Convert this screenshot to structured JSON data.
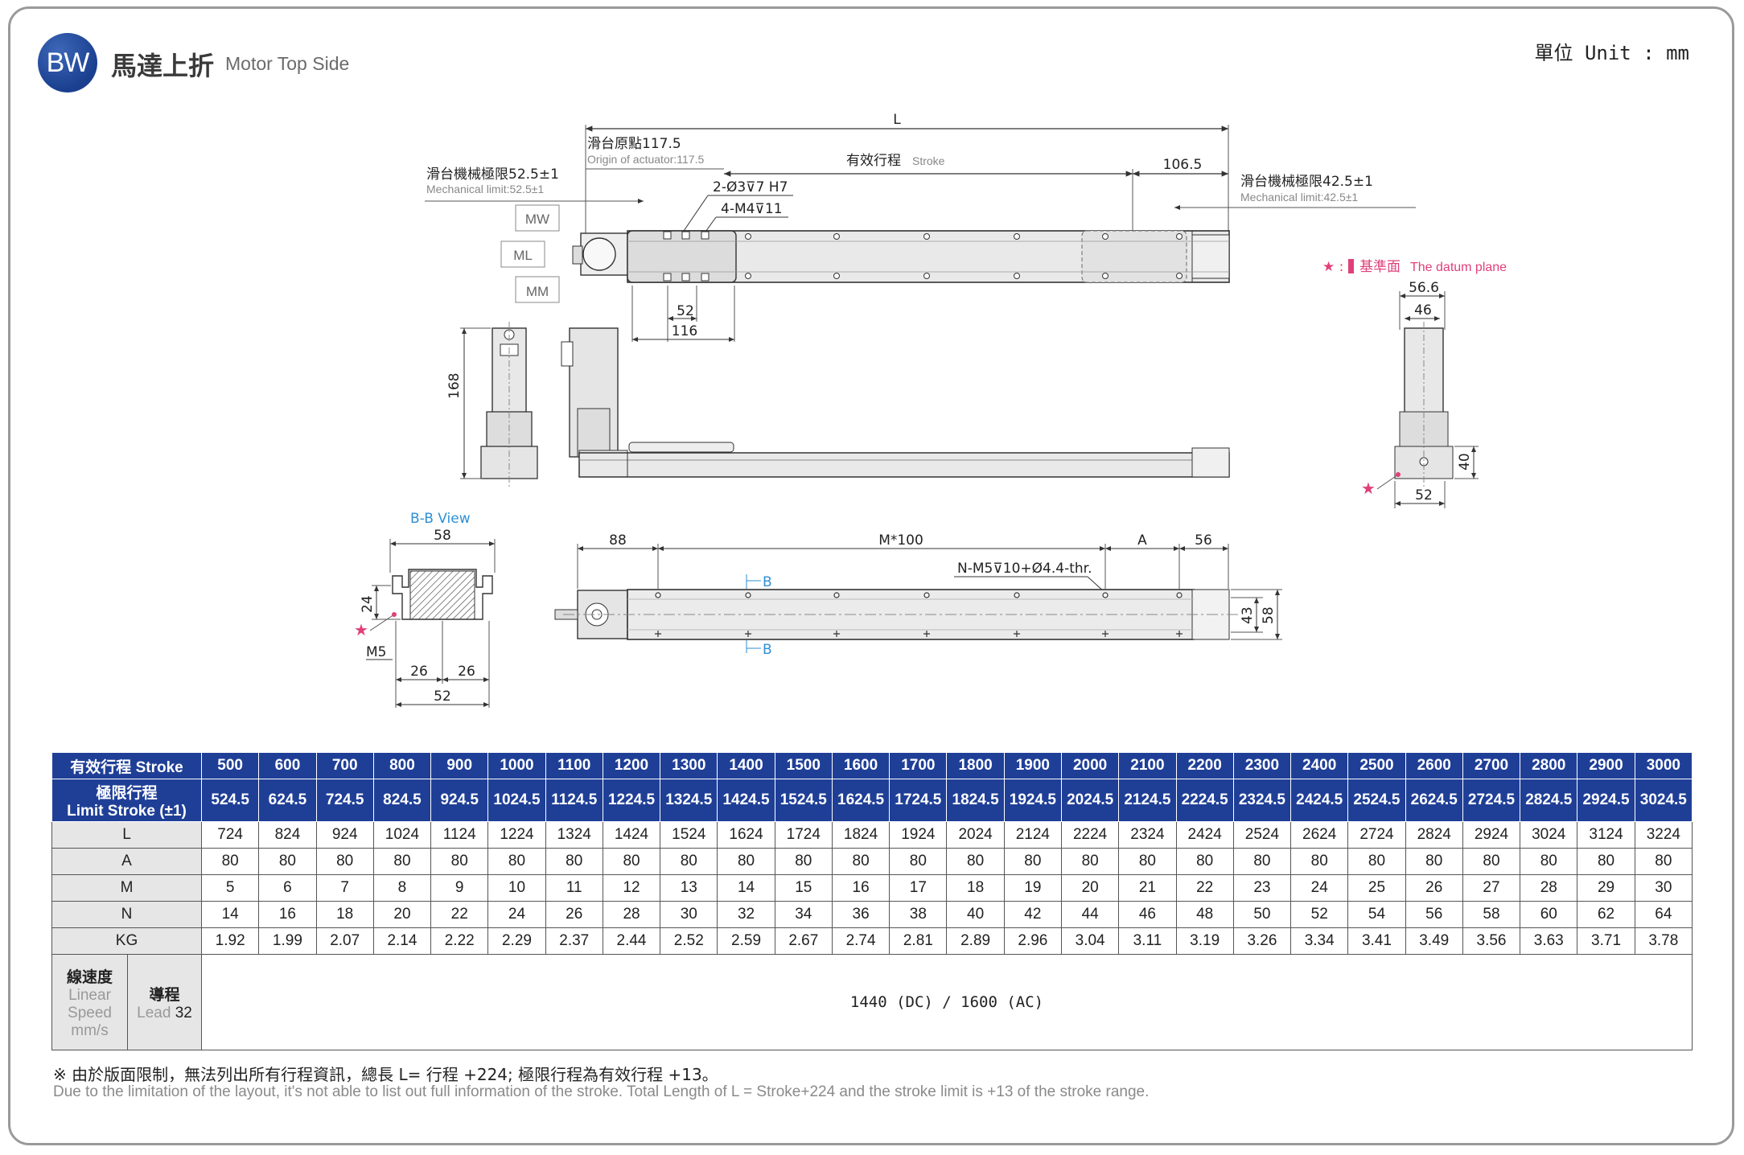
{
  "header": {
    "badge": "BW",
    "title_zh": "馬達上折",
    "title_en": "Motor Top Side",
    "unit": "單位 Unit : mm"
  },
  "drawing": {
    "dim_L": "L",
    "origin_zh": "滑台原點117.5",
    "origin_en": "Origin of actuator:117.5",
    "stroke_zh": "有效行程",
    "stroke_en": "Stroke",
    "mech_left_zh": "滑台機械極限52.5±1",
    "mech_left_en": "Mechanical limit:52.5±1",
    "mech_right_zh": "滑台機械極限42.5±1",
    "mech_right_en": "Mechanical limit:42.5±1",
    "dim_1065": "106.5",
    "hole1": "2-Ø3⊽7 H7",
    "hole2": "4-M4⊽11",
    "mw": "MW",
    "ml": "ML",
    "mm": "MM",
    "dim_52": "52",
    "dim_116": "116",
    "dim_168": "168",
    "datum_star": "★ :",
    "datum_zh": "基準面",
    "datum_en": "The datum plane",
    "dim_566": "56.6",
    "dim_46": "46",
    "dim_40": "40",
    "dim_52b": "52",
    "bb_view": "B-B View",
    "dim_58": "58",
    "dim_24": "24",
    "dim_m5": "M5",
    "dim_26a": "26",
    "dim_26b": "26",
    "dim_52c": "52",
    "dim_88": "88",
    "dim_m100": "M*100",
    "dim_a": "A",
    "dim_56": "56",
    "hole3": "N-M5⊽10+Ø4.4-thr.",
    "label_b1": "B",
    "label_b2": "B",
    "dim_43": "43",
    "dim_58b": "58"
  },
  "table": {
    "stroke_label": "有效行程 Stroke",
    "limit_label_zh": "極限行程",
    "limit_label_en": "Limit Stroke (±1)",
    "strokes": [
      "500",
      "600",
      "700",
      "800",
      "900",
      "1000",
      "1100",
      "1200",
      "1300",
      "1400",
      "1500",
      "1600",
      "1700",
      "1800",
      "1900",
      "2000",
      "2100",
      "2200",
      "2300",
      "2400",
      "2500",
      "2600",
      "2700",
      "2800",
      "2900",
      "3000"
    ],
    "limit": [
      "524.5",
      "624.5",
      "724.5",
      "824.5",
      "924.5",
      "1024.5",
      "1124.5",
      "1224.5",
      "1324.5",
      "1424.5",
      "1524.5",
      "1624.5",
      "1724.5",
      "1824.5",
      "1924.5",
      "2024.5",
      "2124.5",
      "2224.5",
      "2324.5",
      "2424.5",
      "2524.5",
      "2624.5",
      "2724.5",
      "2824.5",
      "2924.5",
      "3024.5"
    ],
    "rows": [
      {
        "label": "L",
        "values": [
          "724",
          "824",
          "924",
          "1024",
          "1124",
          "1224",
          "1324",
          "1424",
          "1524",
          "1624",
          "1724",
          "1824",
          "1924",
          "2024",
          "2124",
          "2224",
          "2324",
          "2424",
          "2524",
          "2624",
          "2724",
          "2824",
          "2924",
          "3024",
          "3124",
          "3224"
        ]
      },
      {
        "label": "A",
        "values": [
          "80",
          "80",
          "80",
          "80",
          "80",
          "80",
          "80",
          "80",
          "80",
          "80",
          "80",
          "80",
          "80",
          "80",
          "80",
          "80",
          "80",
          "80",
          "80",
          "80",
          "80",
          "80",
          "80",
          "80",
          "80",
          "80"
        ]
      },
      {
        "label": "M",
        "values": [
          "5",
          "6",
          "7",
          "8",
          "9",
          "10",
          "11",
          "12",
          "13",
          "14",
          "15",
          "16",
          "17",
          "18",
          "19",
          "20",
          "21",
          "22",
          "23",
          "24",
          "25",
          "26",
          "27",
          "28",
          "29",
          "30"
        ]
      },
      {
        "label": "N",
        "values": [
          "14",
          "16",
          "18",
          "20",
          "22",
          "24",
          "26",
          "28",
          "30",
          "32",
          "34",
          "36",
          "38",
          "40",
          "42",
          "44",
          "46",
          "48",
          "50",
          "52",
          "54",
          "56",
          "58",
          "60",
          "62",
          "64"
        ]
      },
      {
        "label": "KG",
        "values": [
          "1.92",
          "1.99",
          "2.07",
          "2.14",
          "2.22",
          "2.29",
          "2.37",
          "2.44",
          "2.52",
          "2.59",
          "2.67",
          "2.74",
          "2.81",
          "2.89",
          "2.96",
          "3.04",
          "3.11",
          "3.19",
          "3.26",
          "3.34",
          "3.41",
          "3.49",
          "3.56",
          "3.63",
          "3.71",
          "3.78"
        ]
      }
    ],
    "speed_zh": "線速度",
    "speed_en1": "Linear",
    "speed_en2": "Speed",
    "speed_unit": "mm/s",
    "lead_zh": "導程",
    "lead_en": "Lead",
    "lead_value": "32",
    "speed_value": "1440 (DC) / 1600 (AC)"
  },
  "notes": {
    "zh": "※ 由於版面限制，無法列出所有行程資訊，總長 L= 行程 +224; 極限行程為有效行程 +13。",
    "en": "Due to the limitation of the layout, it's not able to list out full information of the stroke. Total Length of L = Stroke+224 and the stroke limit is +13 of the stroke range."
  },
  "colors": {
    "header_blue": "#1f3f97",
    "accent_pink": "#e0407a",
    "bb_blue": "#2f8fd6"
  }
}
